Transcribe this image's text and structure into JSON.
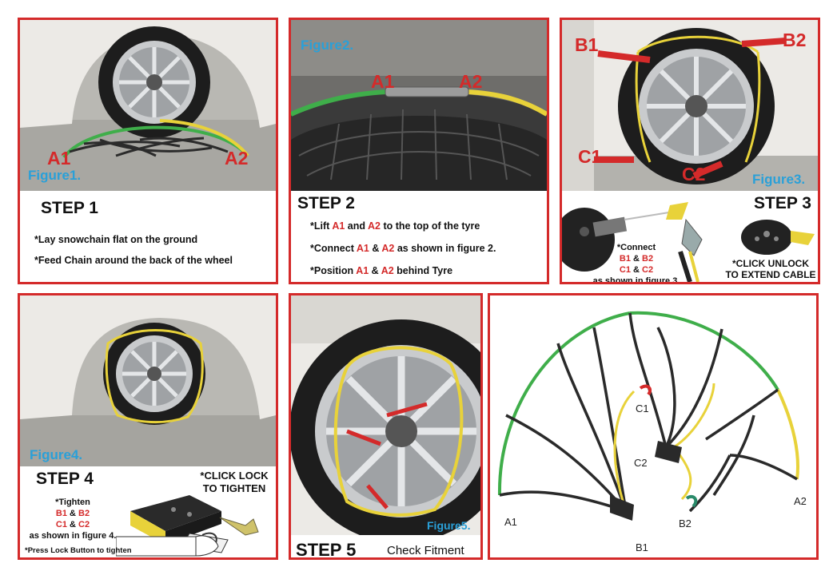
{
  "panels": {
    "p1": {
      "figure": "Figure1.",
      "callouts": [
        "A1",
        "A2"
      ],
      "step": "STEP 1",
      "lines": [
        "*Lay snowchain flat on the ground",
        "*Feed Chain around the back of the wheel"
      ]
    },
    "p2": {
      "figure": "Figure2.",
      "callouts": [
        "A1",
        "A2"
      ],
      "step": "STEP 2",
      "lines": [
        {
          "pre": "*Lift ",
          "a": "A1",
          "mid": " and ",
          "b": "A2",
          "post": " to the top of the tyre"
        },
        {
          "pre": "*Connect ",
          "a": "A1",
          "mid": " & ",
          "b": "A2",
          "post": " as shown in figure 2."
        },
        {
          "pre": "*Position ",
          "a": "A1",
          "mid": " & ",
          "b": "A2",
          "post": " behind Tyre"
        }
      ]
    },
    "p3": {
      "figure": "Figure3.",
      "callouts": [
        "B1",
        "B2",
        "C1",
        "C2"
      ],
      "step": "STEP 3",
      "connect": {
        "title": "*Connect",
        "b1": "B1",
        "amp1": " & ",
        "b2": "B2",
        "c1": "C1",
        "amp2": " & ",
        "c2": "C2",
        "tail": "as shown in figure 3."
      },
      "unlock": [
        "*CLICK UNLOCK",
        "TO EXTEND CABLE"
      ]
    },
    "p4": {
      "figure": "Figure4.",
      "step": "STEP 4",
      "lock": [
        "*CLICK LOCK",
        "TO TIGHTEN"
      ],
      "tighten": {
        "title": "*Tighten",
        "b1": "B1",
        "amp1": " & ",
        "b2": "B2",
        "c1": "C1",
        "amp2": " & ",
        "c2": "C2",
        "tail": "as shown in figure 4."
      },
      "press": "*Press Lock Button to tighten"
    },
    "p5": {
      "figure": "Figure5.",
      "step": "STEP 5",
      "subtitle": "Check Fitment"
    },
    "p6": {
      "labels": [
        "C1",
        "C2",
        "A1",
        "B1",
        "B2",
        "A2"
      ]
    }
  },
  "colors": {
    "frame": "#d42a2a",
    "figure_label": "#2aa0d8",
    "callout": "#d42a2a",
    "cable_green": "#3fae4a",
    "cable_yellow": "#e8d23a"
  }
}
